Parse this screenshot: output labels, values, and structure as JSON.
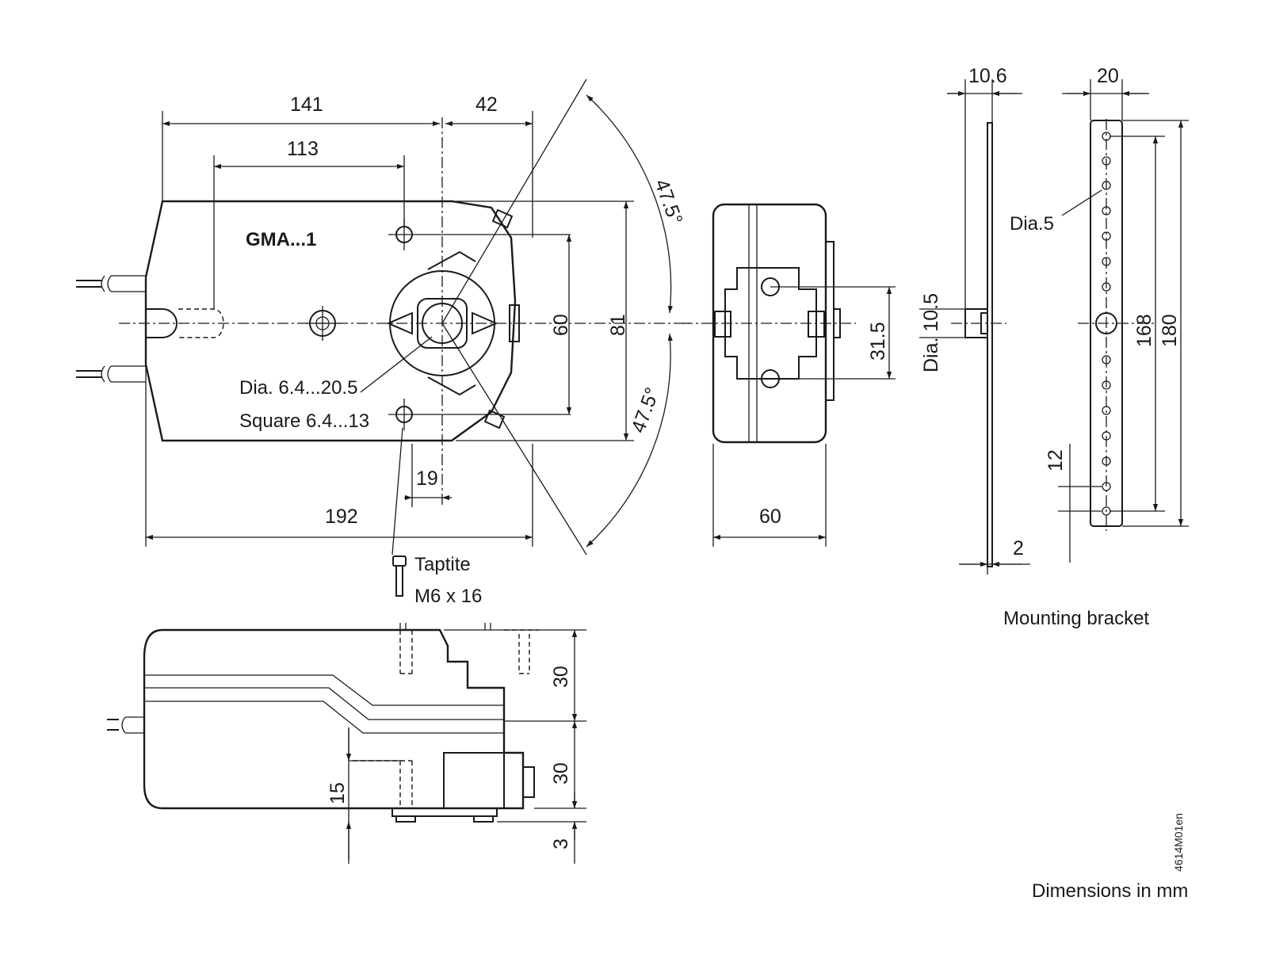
{
  "drawing": {
    "model_label": "GMA...1",
    "bracket_caption": "Mounting bracket",
    "units_note": "Dimensions in mm",
    "drawing_code": "4614M01en"
  },
  "front_view": {
    "dims": {
      "d141": "141",
      "d42": "42",
      "d113": "113",
      "d192": "192",
      "d19": "19",
      "d60": "60",
      "d81": "81",
      "angle_top": "47.5°",
      "angle_bottom": "47.5°"
    },
    "shaft_dia": "Dia. 6.4...20.5",
    "shaft_square": "Square 6.4...13",
    "screw_name": "Taptite",
    "screw_size": "M6 x 16"
  },
  "end_view": {
    "d60": "60",
    "d31_5": "31.5"
  },
  "bracket_side": {
    "d10_6": "10.6",
    "dia10_5": "Dia. 10.5",
    "d2": "2"
  },
  "bracket_front": {
    "d20": "20",
    "dia5": "Dia.5",
    "d168": "168",
    "d180": "180",
    "d12": "12"
  },
  "side_view": {
    "d30_top": "30",
    "d30_bottom": "30",
    "d3": "3",
    "d15": "15"
  }
}
